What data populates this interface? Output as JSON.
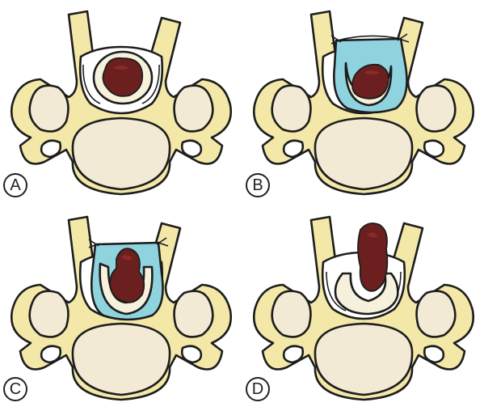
{
  "colors": {
    "bone": "#f3e8a8",
    "bone_inner": "#f2ead5",
    "dura": "#f6f1dc",
    "csf": "#8fd3de",
    "cord": "#6b1f1f",
    "cord_highlight": "#8c2a2a",
    "outline": "#1d1d1d"
  },
  "panels": [
    {
      "id": "A",
      "label": "A",
      "variant": "normal"
    },
    {
      "id": "B",
      "label": "B",
      "variant": "csf-dorsal-tethered"
    },
    {
      "id": "C",
      "label": "C",
      "variant": "csf-tall-tethered"
    },
    {
      "id": "D",
      "label": "D",
      "variant": "herniated-cord"
    }
  ]
}
